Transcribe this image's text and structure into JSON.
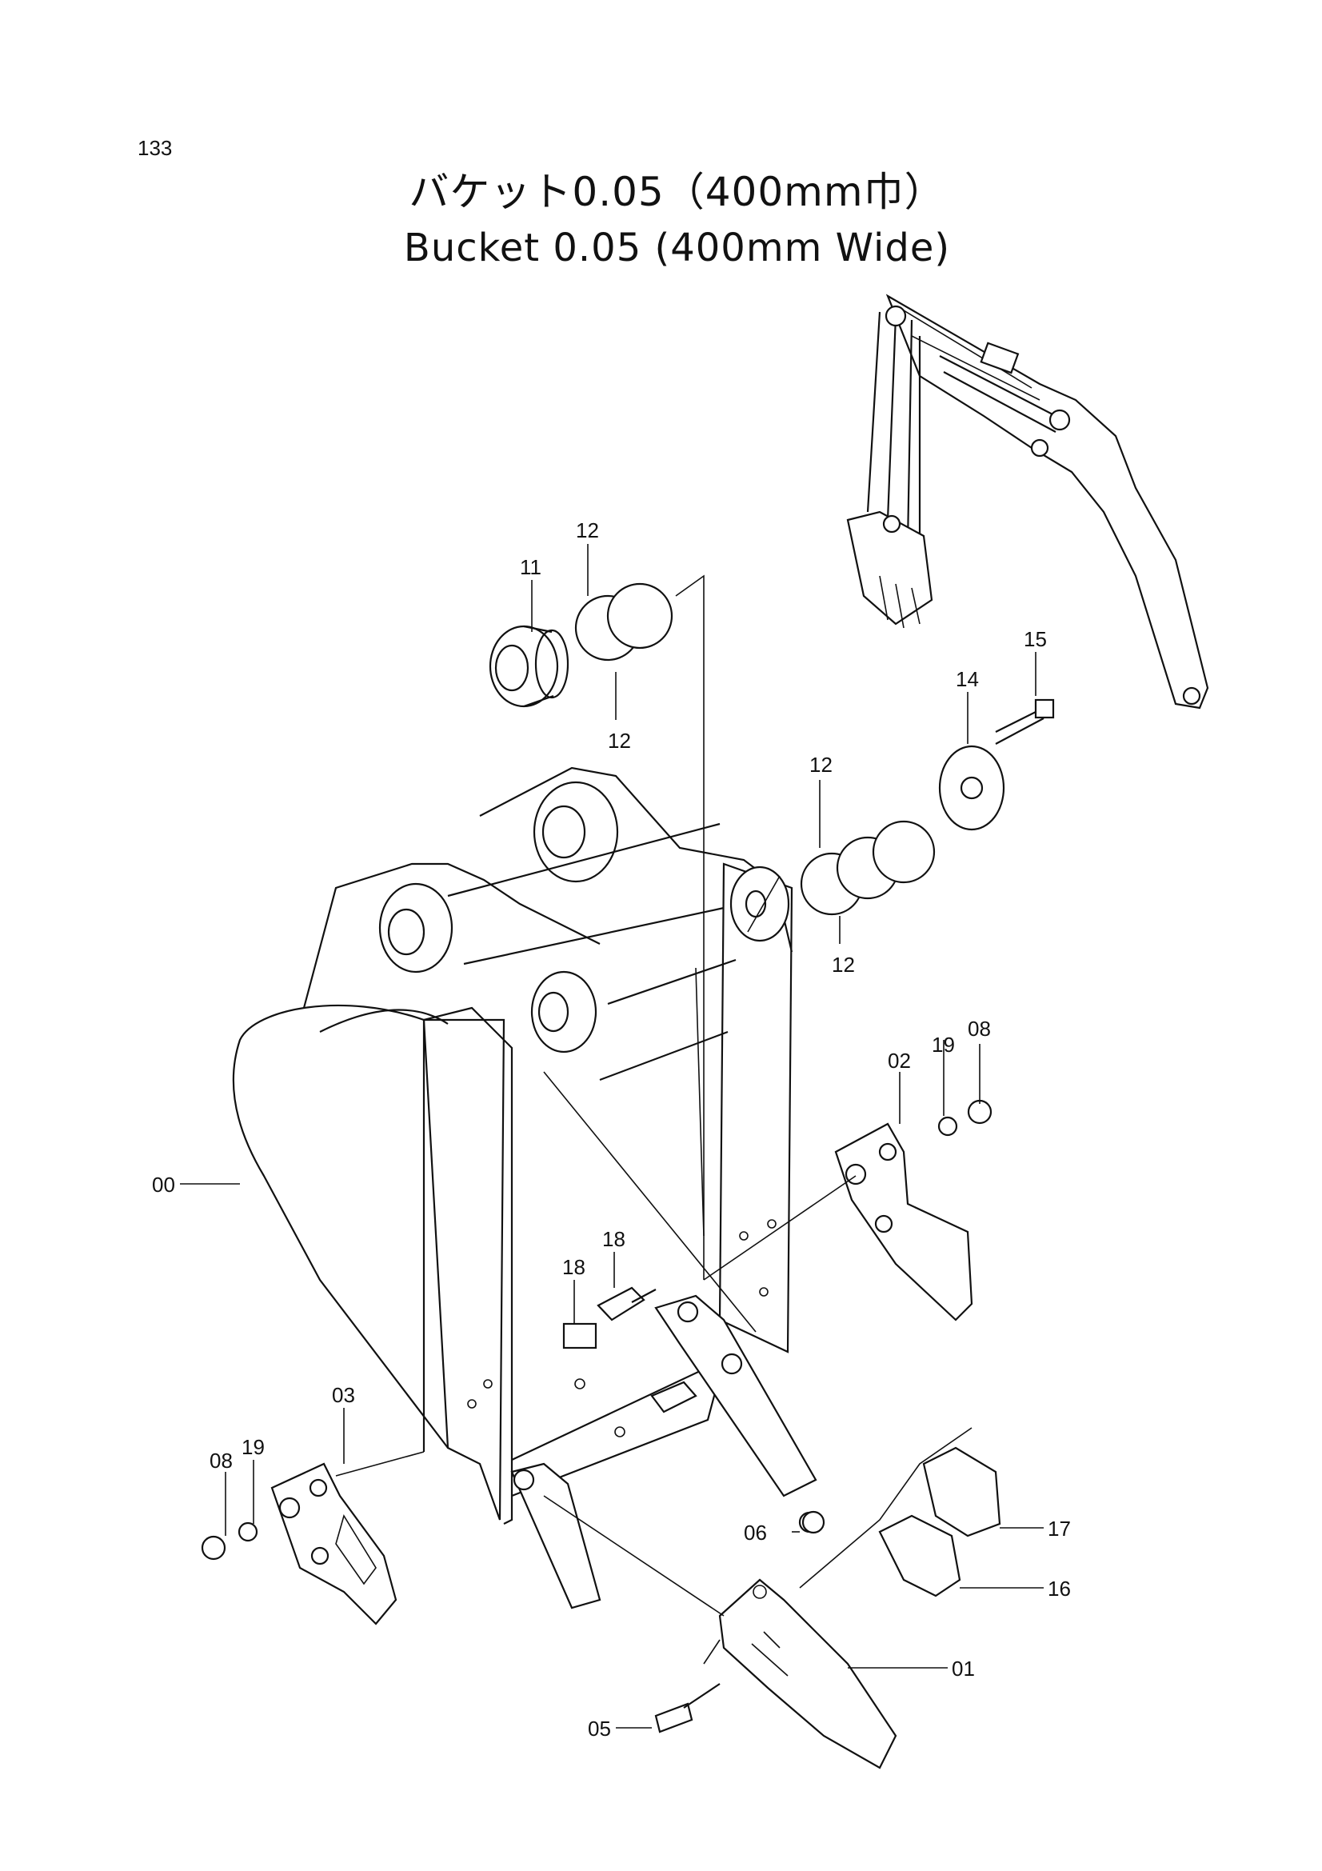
{
  "page_number": "133",
  "title_jp": "バケット0.05（400mm巾）",
  "title_en": "Bucket 0.05 (400mm Wide)",
  "callouts": {
    "c00": "00",
    "c01": "01",
    "c02": "02",
    "c03": "03",
    "c05": "05",
    "c06": "06",
    "c08a": "08",
    "c08b": "08",
    "c11": "11",
    "c12a": "12",
    "c12b": "12",
    "c12c": "12",
    "c12d": "12",
    "c14": "14",
    "c15": "15",
    "c16": "16",
    "c17": "17",
    "c18a": "18",
    "c18b": "18",
    "c19a": "19",
    "c19b": "19"
  }
}
